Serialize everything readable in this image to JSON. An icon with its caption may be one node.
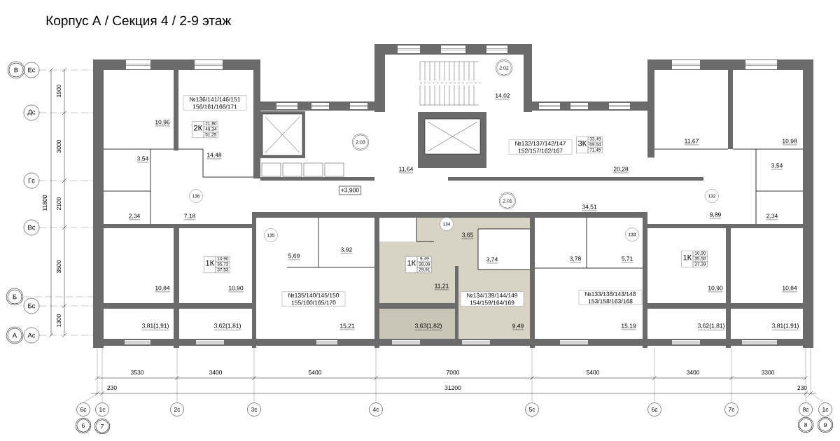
{
  "diagram": {
    "title": "Корпус А / Секция 4 / 2-9 этаж",
    "nodes": [
      {
        "text": [
          "В"
        ]
      },
      {
        "text": [
          "Ес"
        ]
      },
      {
        "text": [
          "Дс"
        ]
      },
      {
        "text": [
          "Гс"
        ]
      },
      {
        "text": [
          "Вс"
        ]
      },
      {
        "text": [
          "Б"
        ]
      },
      {
        "text": [
          "Бс"
        ]
      },
      {
        "text": [
          "А"
        ]
      },
      {
        "text": [
          "Ас"
        ]
      },
      {
        "text": [
          "2.02"
        ]
      },
      {
        "text": [
          "№136/141/146/151 156/161/166/171"
        ]
      },
      {
        "text": [
          "2К",
          "21,80",
          "49,34",
          "51,25"
        ]
      },
      {
        "text": [
          "2.03"
        ]
      },
      {
        "text": [
          "№132/137/142/147 152/157/162/167"
        ]
      },
      {
        "text": [
          "3К",
          "33,49",
          "69,54",
          "71,45"
        ]
      },
      {
        "text": [
          "136"
        ]
      },
      {
        "text": [
          "132"
        ]
      },
      {
        "text": [
          "+3,900"
        ]
      },
      {
        "text": [
          "2.01"
        ]
      },
      {
        "text": [
          "135"
        ]
      },
      {
        "text": [
          "134"
        ]
      },
      {
        "text": [
          "133"
        ]
      },
      {
        "text": [
          "1К",
          "10,90",
          "35,72",
          "37,53"
        ]
      },
      {
        "text": [
          "1К",
          "9,49",
          "28,09",
          "29,91"
        ]
      },
      {
        "text": [
          "1К",
          "10,90",
          "35,58",
          "37,39"
        ]
      },
      {
        "text": [
          "№135/140/145/150 155/160/165/170"
        ]
      },
      {
        "text": [
          "№134/139/144/149 154/159/164/169"
        ]
      },
      {
        "text": [
          "№133/138/143/148 153/158/163/168"
        ]
      },
      {
        "text": [
          "6с"
        ]
      },
      {
        "text": [
          "1с"
        ]
      },
      {
        "text": [
          "2с"
        ]
      },
      {
        "text": [
          "3с"
        ]
      },
      {
        "text": [
          "4с"
        ]
      },
      {
        "text": [
          "5с"
        ]
      },
      {
        "text": [
          "6с"
        ]
      },
      {
        "text": [
          "7с"
        ]
      },
      {
        "text": [
          "8с"
        ]
      },
      {
        "text": [
          "1с"
        ]
      },
      {
        "text": [
          "6"
        ]
      },
      {
        "text": [
          "7"
        ]
      },
      {
        "text": [
          "8"
        ]
      },
      {
        "text": [
          "9"
        ]
      }
    ],
    "labels": [
      "14,02",
      "10,96",
      "11,67",
      "10,98",
      "14,48",
      "3,54",
      "11,64",
      "20,28",
      "3,54",
      "34,51",
      "2,34",
      "7,18",
      "9,89",
      "2,34",
      "3,65",
      "3,92",
      "5,69",
      "3,74",
      "3,78",
      "5,71",
      "10,84",
      "10,90",
      "11,21",
      "10,90",
      "10,84",
      "3,81(1,91)",
      "3,62(1,81)",
      "15,21",
      "3,63(1,82)",
      "9,49",
      "15,19",
      "3,62(1,81)",
      "3,81(1,91)",
      "1900",
      "3000",
      "11800",
      "2100",
      "3500",
      "1300",
      "3530",
      "3400",
      "5400",
      "7000",
      "5400",
      "3400",
      "3300",
      "230",
      "31200",
      "230"
    ]
  }
}
